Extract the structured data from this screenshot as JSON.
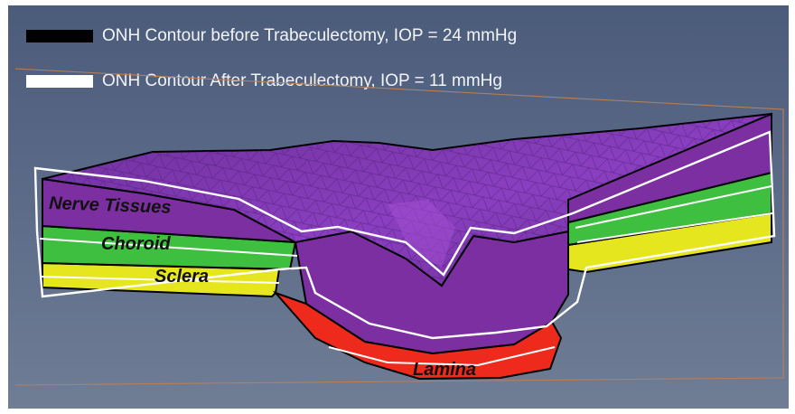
{
  "legend": {
    "before": {
      "label": "ONH Contour before Trabeculectomy, IOP = 24 mmHg",
      "swatch_color": "#000000"
    },
    "after": {
      "label": "ONH Contour After Trabeculectomy, IOP = 11 mmHg",
      "swatch_color": "#ffffff"
    }
  },
  "regions": {
    "nerve_tissues": {
      "label": "Nerve Tissues",
      "color": "#7b2fa0"
    },
    "choroid": {
      "label": "Choroid",
      "color": "#3fbf3f"
    },
    "sclera": {
      "label": "Sclera",
      "color": "#e6e61e"
    },
    "lamina": {
      "label": "Lamina",
      "color": "#ee2a1c"
    }
  }
}
